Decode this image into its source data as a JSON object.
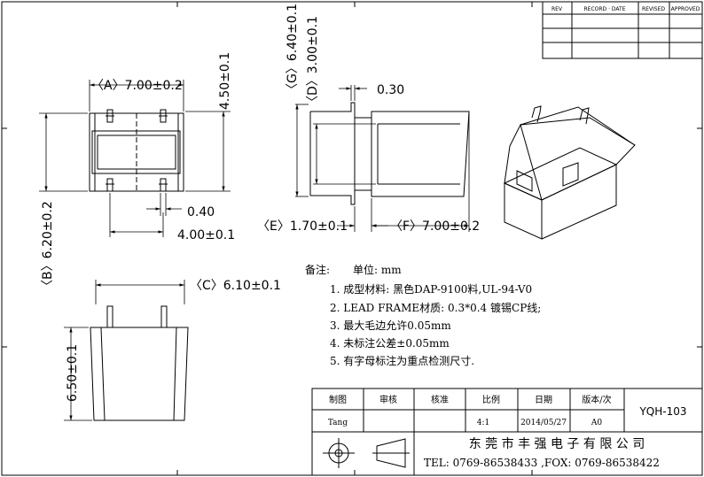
{
  "revision_table": {
    "headers": [
      "REV",
      "RECORD · DATE",
      "REVISED",
      "APPROVED"
    ]
  },
  "dimensions": {
    "A": "〈A〉7.00±0.2",
    "B": "〈B〉6.20±0.2",
    "C": "〈C〉6.10±0.1",
    "D": "〈D〉3.00±0.1",
    "E": "〈E〉1.70±0.1",
    "F": "〈F〉7.00±0.2",
    "G": "〈G〉6.40±0.1",
    "top_height": "4.50±0.1",
    "pin_width": "0.40",
    "pin_spacing": "4.00±0.1",
    "lead_thickness": "0.30",
    "side_height": "6.50±0.1"
  },
  "notes": {
    "heading": "备注:",
    "unit": "单位: mm",
    "items": [
      "1. 成型材料: 黑色DAP-9100料,UL-94-V0",
      "2. LEAD  FRAME材质: 0.3*0.4 镀锡CP线;",
      "3. 最大毛边允许0.05mm",
      "4. 未标注公差±0.05mm",
      "5. 有字母标注为重点检测尺寸."
    ]
  },
  "title_block": {
    "headers": [
      "制图",
      "审核",
      "核准",
      "比例",
      "日期",
      "版本/次"
    ],
    "values": [
      "Tang",
      "",
      "",
      "4:1",
      "2014/05/27",
      "A0"
    ],
    "part_number": "YQH-103",
    "company": "东 莞 市 丰 强 电 子 有 限 公 司",
    "contact": "TEL:  0769-86538433 ,FOX: 0769-86538422"
  }
}
